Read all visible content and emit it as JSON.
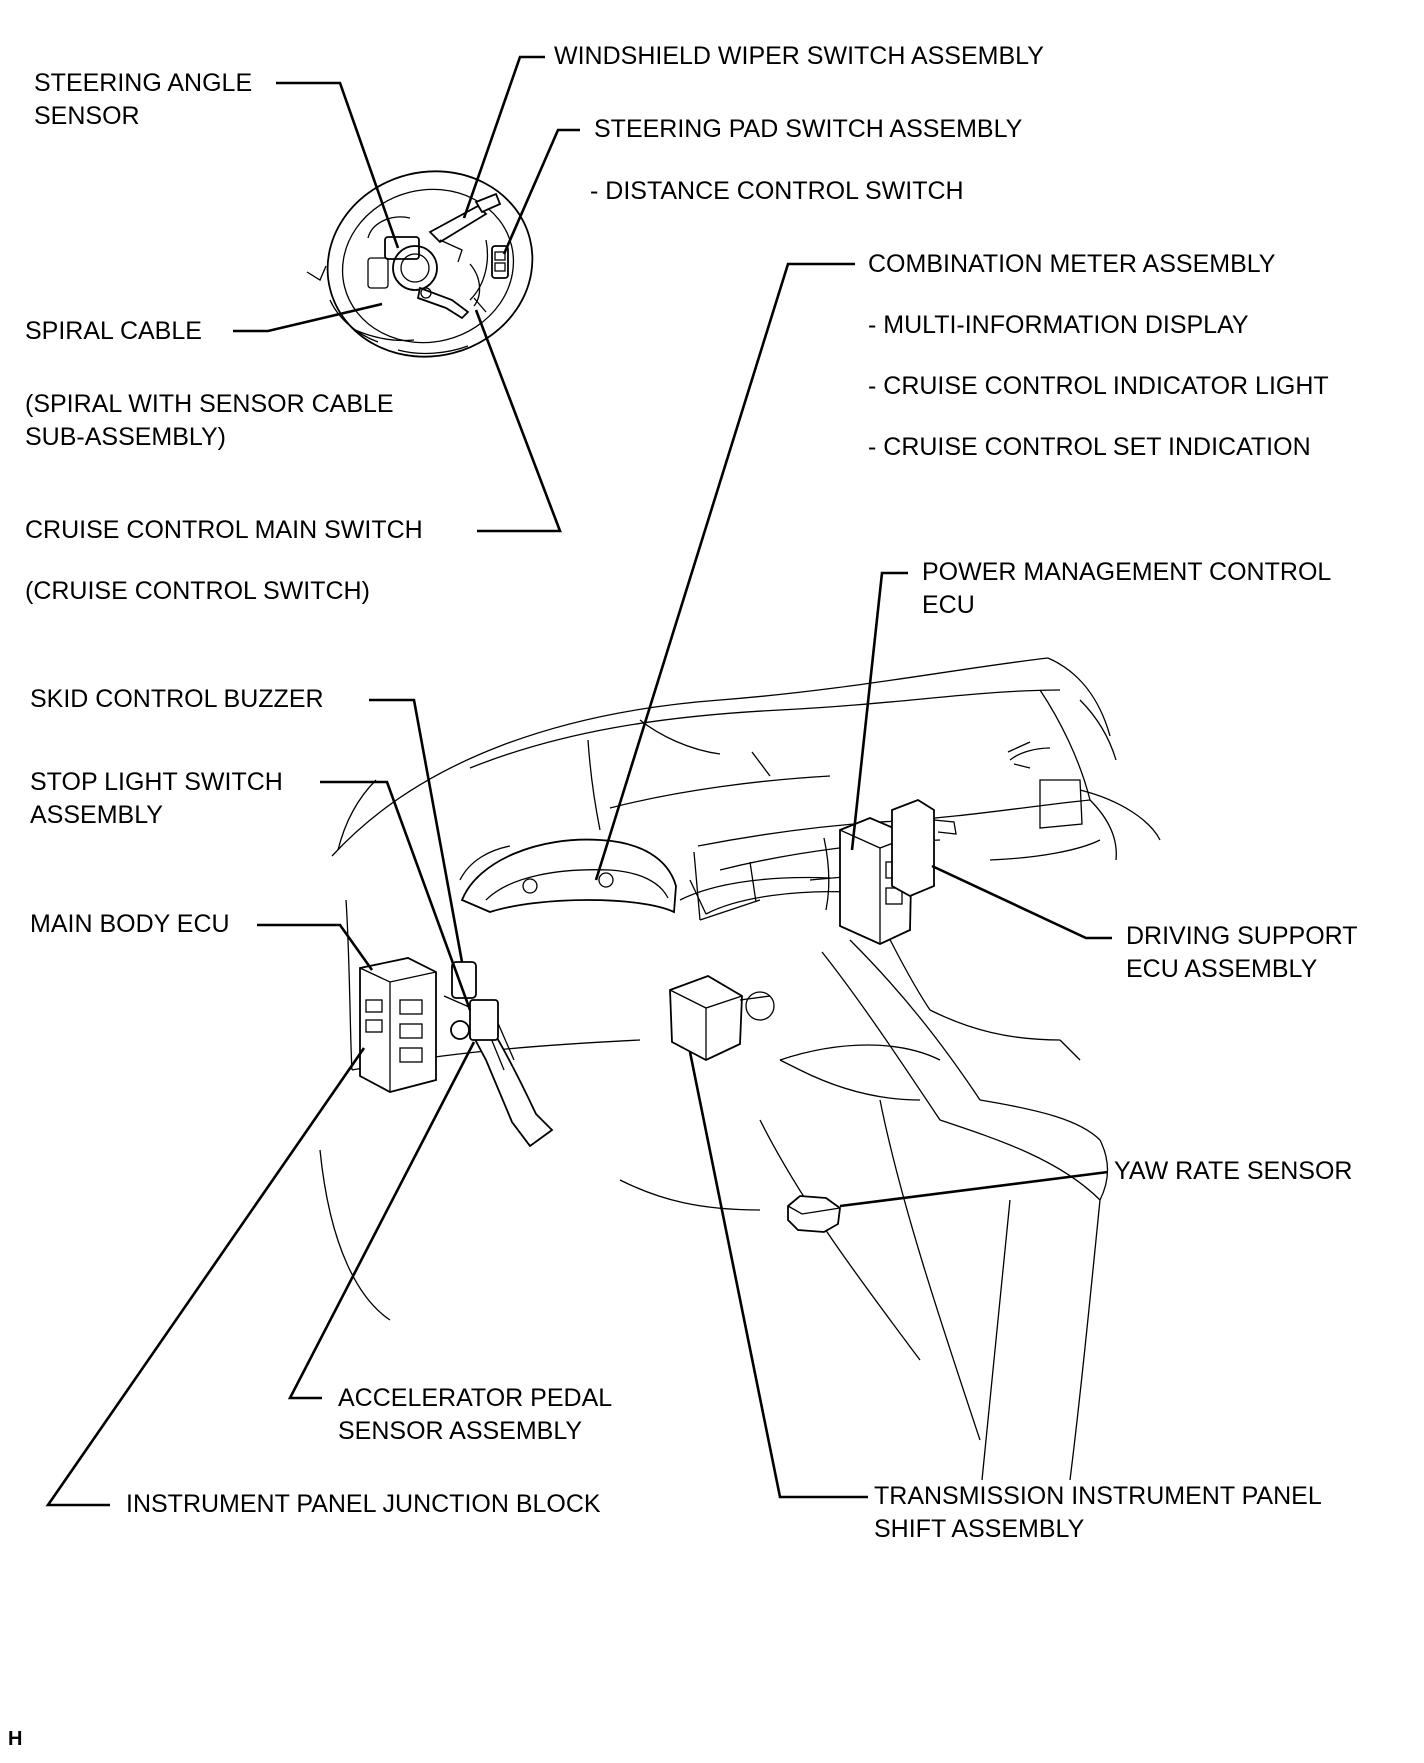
{
  "labels": {
    "steering_angle_sensor": "STEERING ANGLE\nSENSOR",
    "windshield_wiper_switch": "WINDSHIELD WIPER SWITCH ASSEMBLY",
    "steering_pad_switch": "STEERING PAD SWITCH ASSEMBLY",
    "distance_control_switch": "- DISTANCE CONTROL SWITCH",
    "combination_meter": "COMBINATION METER ASSEMBLY",
    "multi_information_display": "- MULTI-INFORMATION DISPLAY",
    "cruise_indicator_light": "- CRUISE CONTROL INDICATOR LIGHT",
    "cruise_set_indication": "- CRUISE CONTROL SET INDICATION",
    "spiral_cable": "SPIRAL CABLE",
    "spiral_sub_assembly": "(SPIRAL WITH SENSOR CABLE\nSUB-ASSEMBLY)",
    "cruise_main_switch": "CRUISE CONTROL MAIN SWITCH",
    "cruise_control_switch": "(CRUISE CONTROL SWITCH)",
    "power_management_ecu": "POWER MANAGEMENT CONTROL\nECU",
    "skid_control_buzzer": "SKID CONTROL BUZZER",
    "stop_light_switch": "STOP LIGHT SWITCH\nASSEMBLY",
    "main_body_ecu": "MAIN BODY ECU",
    "driving_support_ecu": "DRIVING SUPPORT\nECU ASSEMBLY",
    "yaw_rate_sensor": "YAW RATE SENSOR",
    "accelerator_pedal_sensor": "ACCELERATOR PEDAL\nSENSOR ASSEMBLY",
    "instrument_panel_junction": "INSTRUMENT PANEL JUNCTION BLOCK",
    "transmission_shift": "TRANSMISSION INSTRUMENT PANEL\nSHIFT ASSEMBLY"
  },
  "figure_code": "H"
}
